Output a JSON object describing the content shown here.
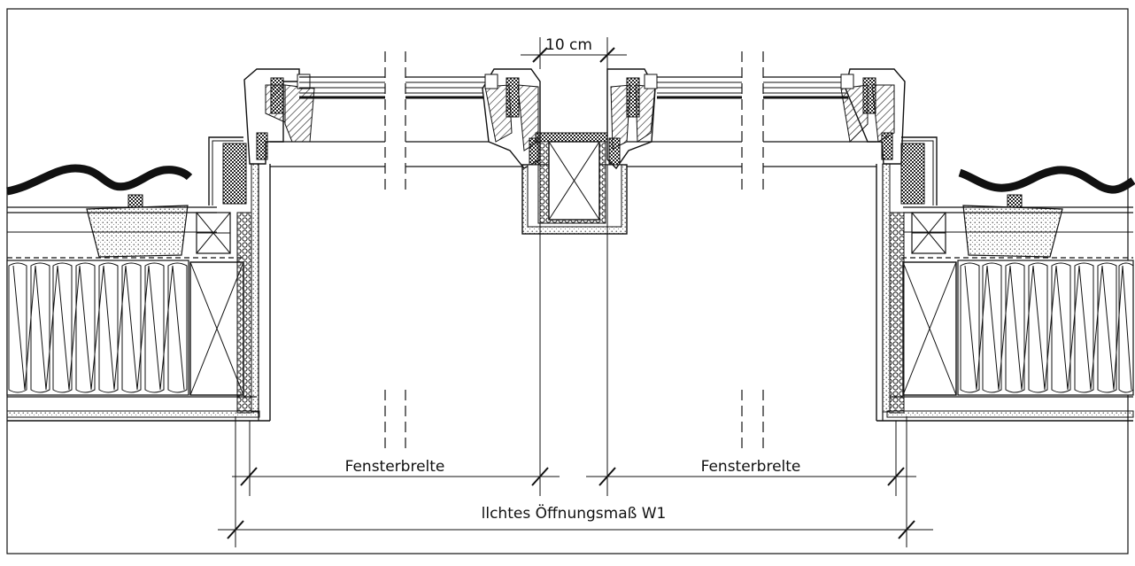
{
  "labels": {
    "gap": "10 cm",
    "window_width_left": "Fensterbrelte",
    "window_width_right": "Fensterbrelte",
    "clear_opening": "llchtes Öffnungsmaß W1"
  },
  "colors": {
    "line": "#111111",
    "background": "#ffffff"
  }
}
